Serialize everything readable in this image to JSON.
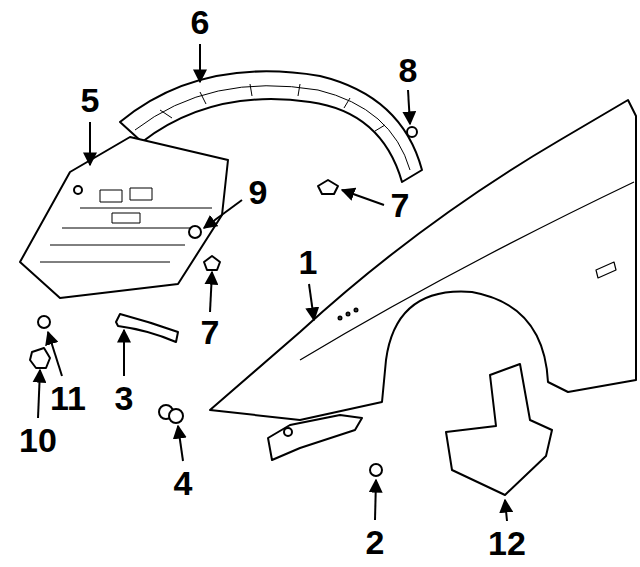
{
  "diagram": {
    "labels": [
      "6",
      "8",
      "5",
      "9",
      "7",
      "1",
      "7",
      "11",
      "3",
      "10",
      "4",
      "2",
      "12"
    ]
  }
}
